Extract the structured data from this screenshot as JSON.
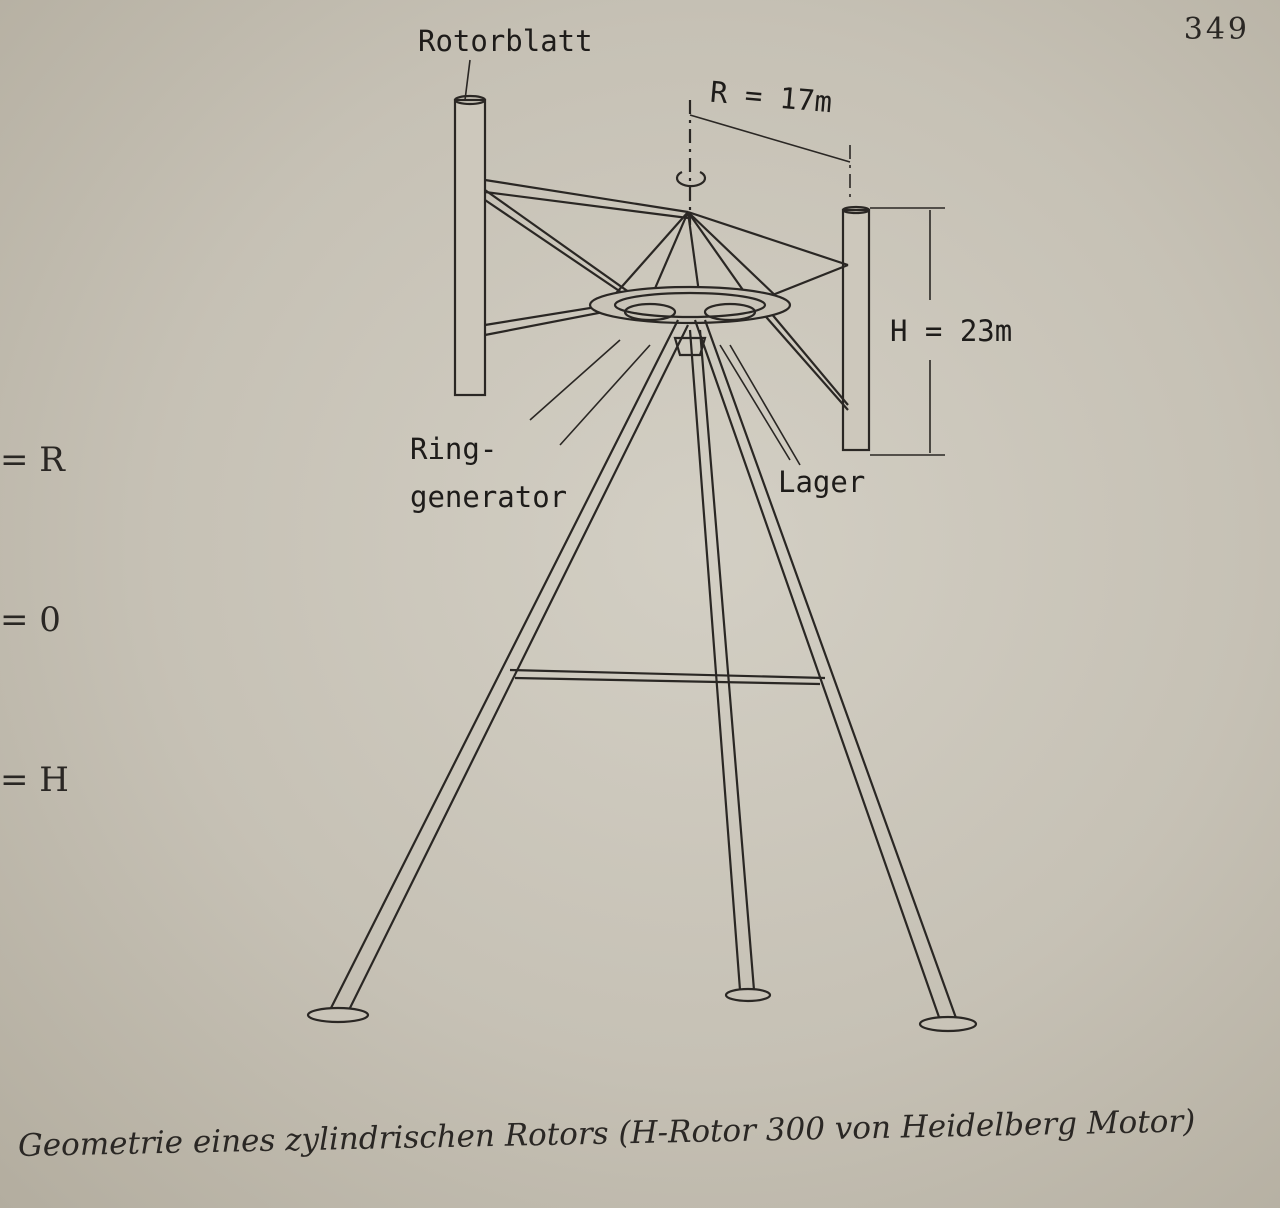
{
  "page_number": "349",
  "figure": {
    "labels": {
      "rotor_blade": "Rotorblatt",
      "radius": "R = 17m",
      "height": "H = 23m",
      "ring_generator_1": "Ring-",
      "ring_generator_2": "generator",
      "bearing": "Lager"
    },
    "caption": "Geometrie eines zylindrischen Rotors (H-Rotor 300 von Heidelberg Motor)"
  },
  "margin_equations": [
    "= R",
    "= 0",
    "= H"
  ]
}
